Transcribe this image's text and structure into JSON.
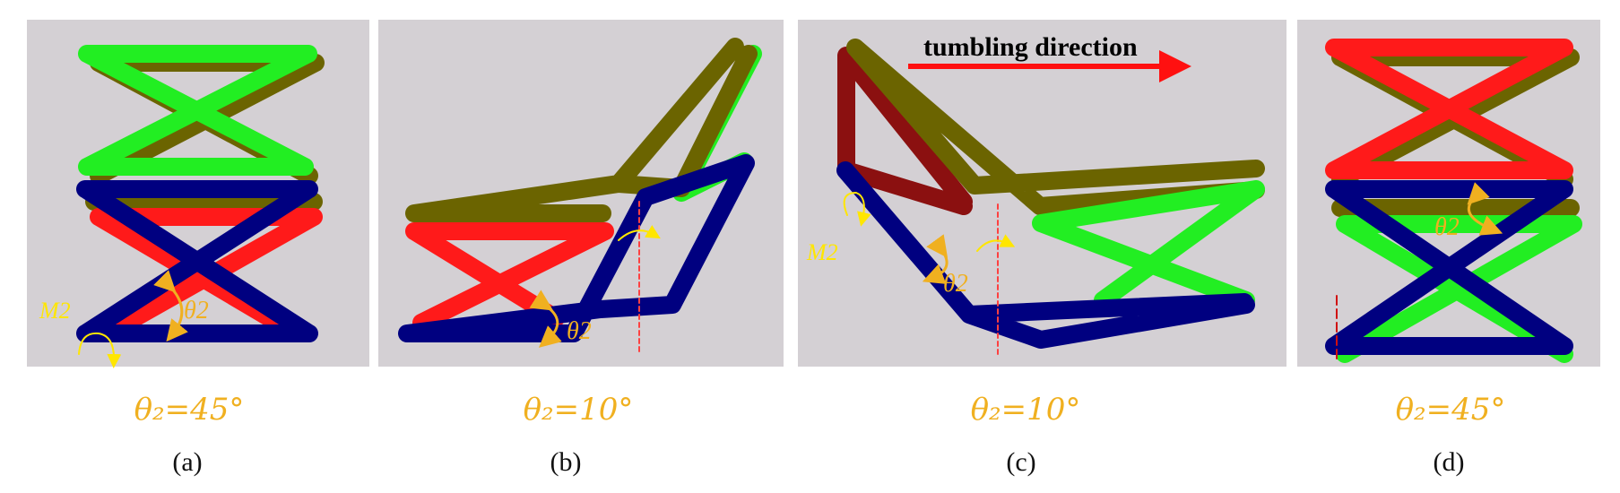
{
  "figure": {
    "panels": [
      {
        "id": "a",
        "caption": "(a)",
        "angle_label": "θ₂=45°",
        "annotations": {
          "moment": "M2",
          "angle": "θ2"
        }
      },
      {
        "id": "b",
        "caption": "(b)",
        "angle_label": "θ₂=10°",
        "annotations": {
          "angle": "θ2"
        }
      },
      {
        "id": "c",
        "caption": "(c)",
        "angle_label": "θ₂=10°",
        "annotations": {
          "moment": "M2",
          "angle": "θ2",
          "direction": "tumbling direction"
        }
      },
      {
        "id": "d",
        "caption": "(d)",
        "angle_label": "θ₂=45°",
        "annotations": {
          "angle": "θ2"
        }
      }
    ],
    "colors": {
      "green": "#22ee22",
      "blue": "#000080",
      "red": "#ff1a1a",
      "olive": "#6b6400",
      "yellow": "#e6e600",
      "label": "#f0b020",
      "background": "#d4d0d4"
    }
  }
}
